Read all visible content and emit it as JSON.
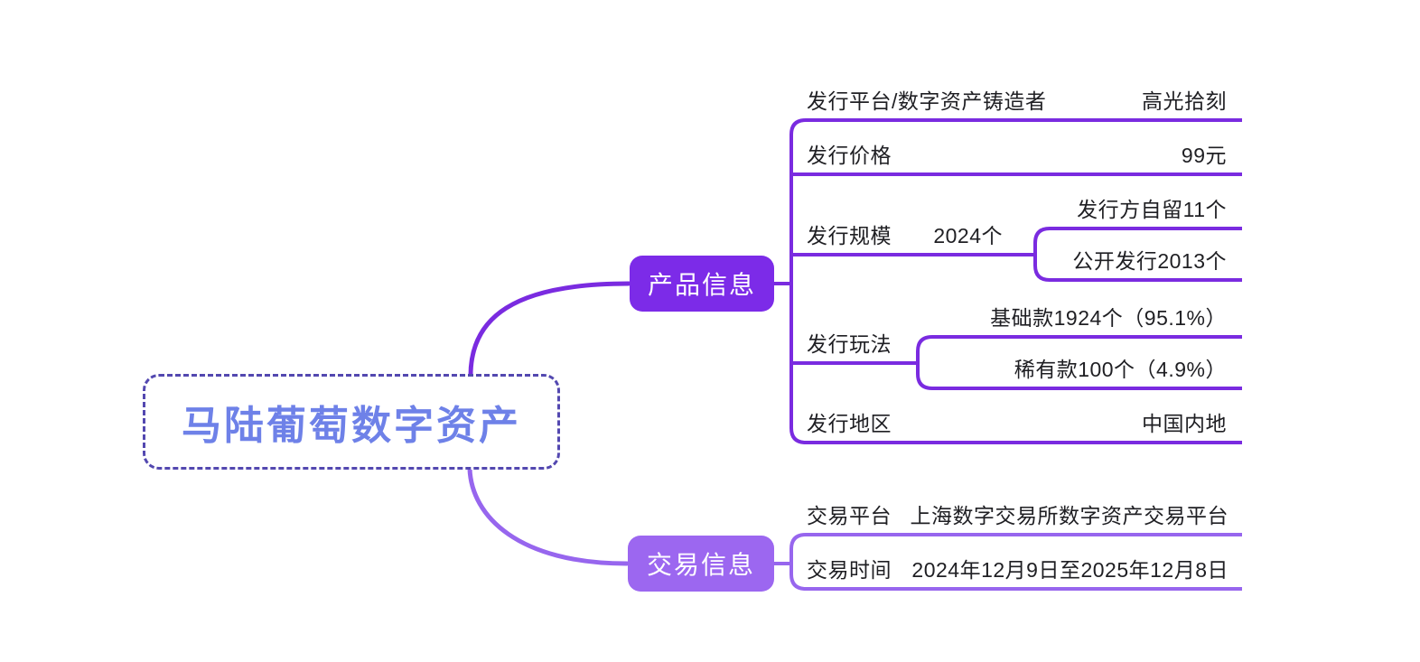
{
  "root": {
    "label": "马陆葡萄数字资产"
  },
  "branches": [
    {
      "label": "产品信息",
      "rows": [
        {
          "label": "发行平台/数字资产铸造者",
          "value": "高光拾刻"
        },
        {
          "label": "发行价格",
          "value": "99元"
        },
        {
          "label": "发行规模",
          "value": "2024个",
          "children": [
            {
              "label": "发行方自留11个"
            },
            {
              "label": "公开发行2013个"
            }
          ]
        },
        {
          "label": "发行玩法",
          "children": [
            {
              "label": "基础款1924个（95.1%）"
            },
            {
              "label": "稀有款100个（4.9%）"
            }
          ]
        },
        {
          "label": "发行地区",
          "value": "中国内地"
        }
      ]
    },
    {
      "label": "交易信息",
      "rows": [
        {
          "label": "交易平台",
          "value": "上海数字交易所数字资产交易平台"
        },
        {
          "label": "交易时间",
          "value": "2024年12月9日至2025年12月8日"
        }
      ]
    }
  ],
  "colors": {
    "product_fill": "#7C2BE8",
    "product_line": "#7A2BE0",
    "trade_fill": "#9C67F0",
    "trade_line": "#9766EE",
    "root_border": "#5348B0",
    "root_text": "#6E81E8",
    "row_text": "#1F1F23"
  }
}
